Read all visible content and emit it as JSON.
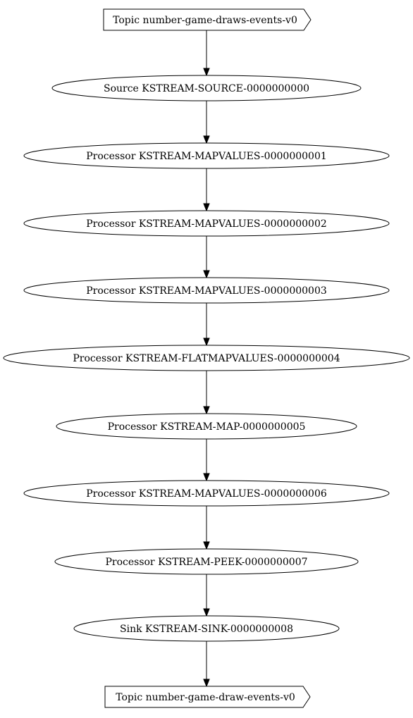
{
  "nodes": [
    {
      "id": "topic-in",
      "kind": "topic",
      "label": "Topic number-game-draws-events-v0"
    },
    {
      "id": "source",
      "kind": "node",
      "label": "Source KSTREAM-SOURCE-0000000000"
    },
    {
      "id": "proc-1",
      "kind": "node",
      "label": "Processor KSTREAM-MAPVALUES-0000000001"
    },
    {
      "id": "proc-2",
      "kind": "node",
      "label": "Processor KSTREAM-MAPVALUES-0000000002"
    },
    {
      "id": "proc-3",
      "kind": "node",
      "label": "Processor KSTREAM-MAPVALUES-0000000003"
    },
    {
      "id": "proc-4",
      "kind": "node",
      "label": "Processor KSTREAM-FLATMAPVALUES-0000000004"
    },
    {
      "id": "proc-5",
      "kind": "node",
      "label": "Processor KSTREAM-MAP-0000000005"
    },
    {
      "id": "proc-6",
      "kind": "node",
      "label": "Processor KSTREAM-MAPVALUES-0000000006"
    },
    {
      "id": "proc-7",
      "kind": "node",
      "label": "Processor KSTREAM-PEEK-0000000007"
    },
    {
      "id": "sink",
      "kind": "node",
      "label": "Sink KSTREAM-SINK-0000000008"
    },
    {
      "id": "topic-out",
      "kind": "topic",
      "label": "Topic number-game-draw-events-v0"
    }
  ],
  "edges": [
    {
      "from": "topic-in",
      "to": "source"
    },
    {
      "from": "source",
      "to": "proc-1"
    },
    {
      "from": "proc-1",
      "to": "proc-2"
    },
    {
      "from": "proc-2",
      "to": "proc-3"
    },
    {
      "from": "proc-3",
      "to": "proc-4"
    },
    {
      "from": "proc-4",
      "to": "proc-5"
    },
    {
      "from": "proc-5",
      "to": "proc-6"
    },
    {
      "from": "proc-6",
      "to": "proc-7"
    },
    {
      "from": "proc-7",
      "to": "sink"
    },
    {
      "from": "sink",
      "to": "topic-out"
    }
  ]
}
